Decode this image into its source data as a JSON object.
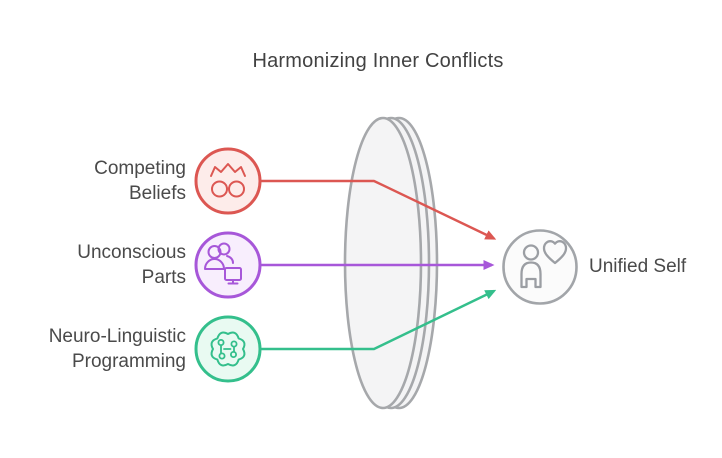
{
  "title": "Harmonizing Inner Conflicts",
  "background": "#ffffff",
  "text_color": "#4a4a4a",
  "inputs": [
    {
      "id": "competing-beliefs",
      "label": [
        "Competing",
        "Beliefs"
      ],
      "icon": "conflict-people-icon",
      "color": "#dc5752",
      "fill": "#fdecea"
    },
    {
      "id": "unconscious-parts",
      "label": [
        "Unconscious",
        "Parts"
      ],
      "icon": "person-computer-icon",
      "color": "#a757d9",
      "fill": "#f8eefd"
    },
    {
      "id": "neuro-linguistic-programming",
      "label": [
        "Neuro-Linguistic",
        "Programming"
      ],
      "icon": "brain-circuit-icon",
      "color": "#34bf8c",
      "fill": "#e9faf2"
    }
  ],
  "output": {
    "id": "unified-self",
    "label": "Unified Self",
    "icon": "person-heart-icon",
    "color": "#a2a5a9",
    "icon_color": "#9b9ea3",
    "fill": "#fbfbfb"
  },
  "lens": {
    "stroke": "#a6a8ab",
    "fill": "#f4f4f5"
  }
}
